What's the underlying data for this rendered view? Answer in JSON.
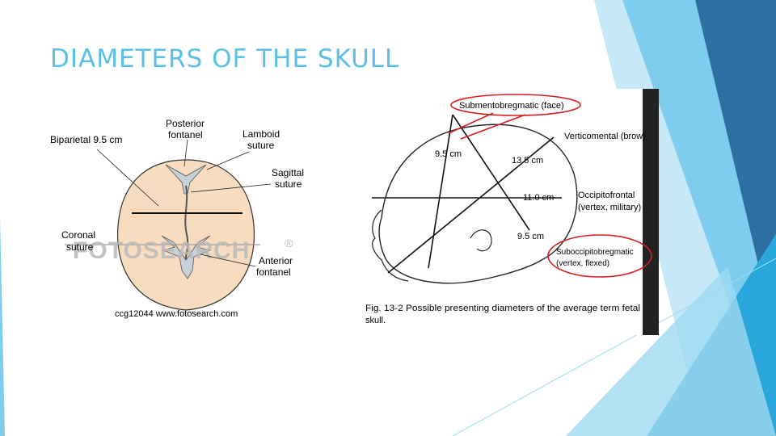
{
  "slide": {
    "title": "DIAMETERS OF THE SKULL",
    "accent_color": "#5cc0e8"
  },
  "left_figure": {
    "labels": {
      "posterior_fontanel": [
        "Posterior",
        "fontanel"
      ],
      "lamboid_suture": [
        "Lamboid",
        "suture"
      ],
      "biparietal": "Biparietal 9.5 cm",
      "sagittal_suture": [
        "Sagittal",
        "suture"
      ],
      "coronal_suture": [
        "Coronal",
        "suture"
      ],
      "anterior_fontanel": [
        "Anterior",
        "fontanel"
      ]
    },
    "watermark": "FOTOSEARCH",
    "watermark_mark": "®",
    "credit": "ccg12044 www.fotosearch.com",
    "skull_color": "#f8dcc0"
  },
  "right_figure": {
    "labels": {
      "submentobregmatic": "Submentobregmatic (face)",
      "verticomental": "Verticomental (brow)",
      "occipitofrontal": [
        "Occipitofrontal",
        "(vertex, military)"
      ],
      "suboccipitobregmatic": [
        "Suboccipitobregmatic",
        "(vertex, flexed)"
      ],
      "measure_9_5_top": "9.5 cm",
      "measure_13_5": "13.5 cm",
      "measure_11_0": "11.0 cm",
      "measure_9_5_bottom": "9.5 cm"
    },
    "caption_line1": "Fig. 13-2  Possible presenting diameters of the average term fetal",
    "caption_line2": "skull.",
    "highlight_color": "#d62020"
  }
}
